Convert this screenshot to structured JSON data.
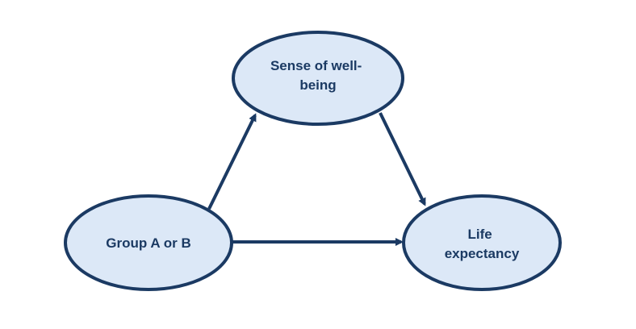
{
  "colors": {
    "node_fill": "#dce8f7",
    "node_stroke": "#1b3a63",
    "edge": "#1b3a63",
    "label": "#1b3a63",
    "background": "#ffffff"
  },
  "nodes": {
    "wellbeing": {
      "line1": "Sense of well-",
      "line2": "being"
    },
    "group": {
      "line1": "Group A or B"
    },
    "life": {
      "line1": "Life",
      "line2": "expectancy"
    }
  },
  "edges": [
    {
      "from": "group",
      "to": "wellbeing"
    },
    {
      "from": "wellbeing",
      "to": "life"
    },
    {
      "from": "group",
      "to": "life"
    }
  ]
}
